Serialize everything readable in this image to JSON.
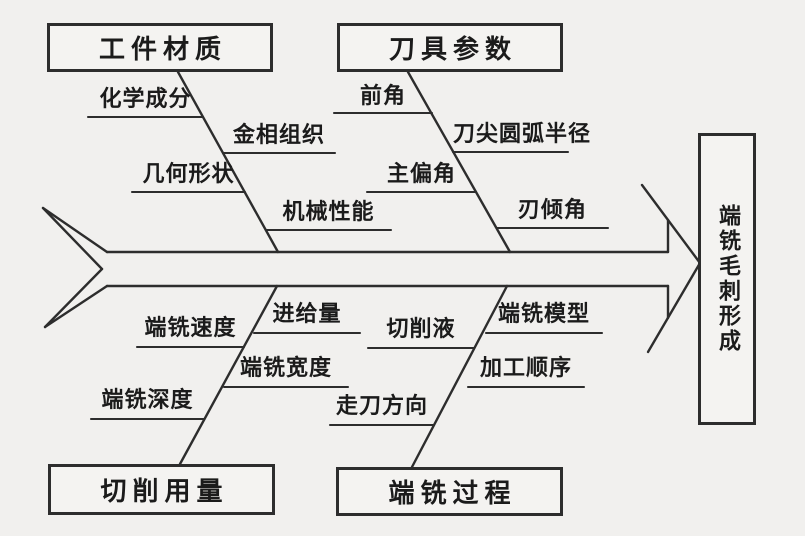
{
  "diagram": {
    "type": "fishbone-cause-effect",
    "effect": "端铣毛刺形成",
    "categories": [
      {
        "name": "工件材质",
        "position": "top-left",
        "causes": [
          "化学成分",
          "金相组织",
          "几何形状",
          "机械性能"
        ]
      },
      {
        "name": "刀具参数",
        "position": "top-right",
        "causes": [
          "前角",
          "刀尖圆弧半径",
          "主偏角",
          "刃倾角"
        ]
      },
      {
        "name": "切削用量",
        "position": "bottom-left",
        "causes": [
          "端铣速度",
          "进给量",
          "端铣宽度",
          "端铣深度"
        ]
      },
      {
        "name": "端铣过程",
        "position": "bottom-right",
        "causes": [
          "切削液",
          "端铣模型",
          "加工顺序",
          "走刀方向"
        ]
      }
    ],
    "colors": {
      "line": "#2d2d2d",
      "text": "#1b1b1b",
      "background": "#f1f0ee"
    }
  }
}
